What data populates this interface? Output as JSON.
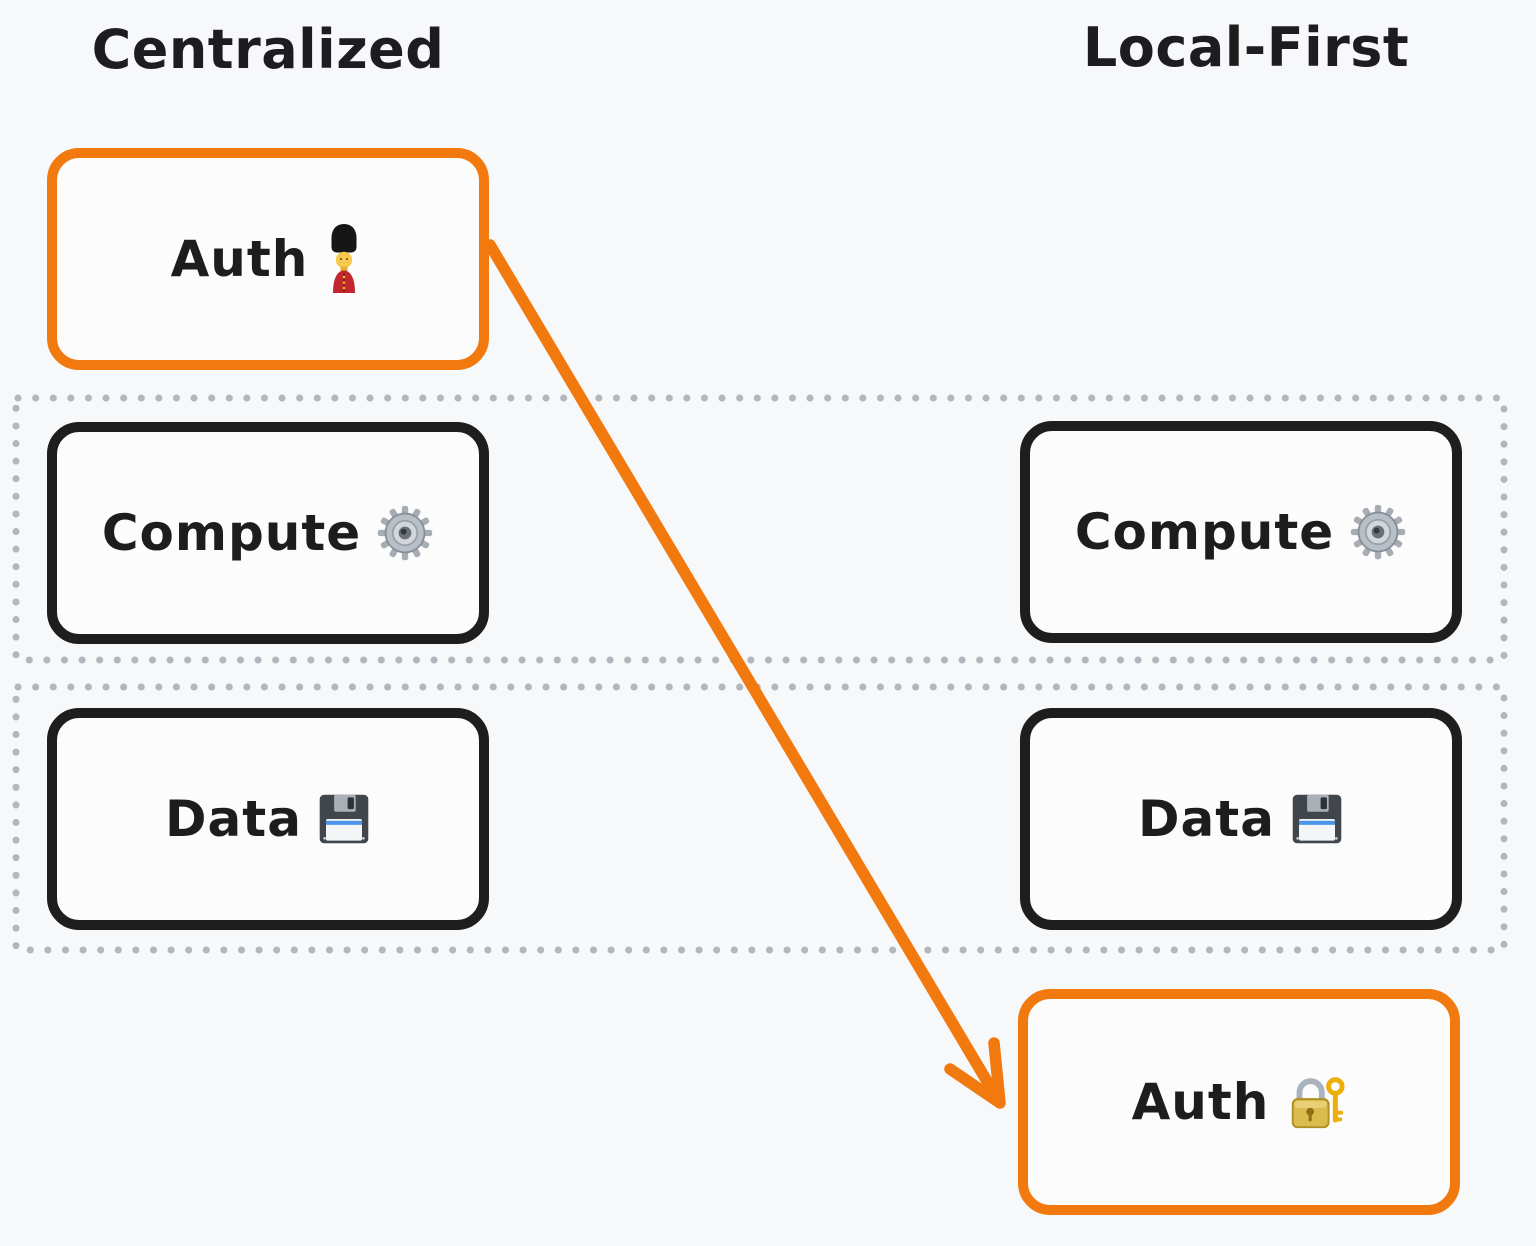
{
  "diagram": {
    "columns": {
      "left": {
        "title": "Centralized"
      },
      "right": {
        "title": "Local-First"
      }
    },
    "boxes": [
      {
        "id": "auth-centralized",
        "column": "Centralized",
        "label": "Auth",
        "emoji": "💂",
        "icon": "guard-icon",
        "accent": true
      },
      {
        "id": "compute-centralized",
        "column": "Centralized",
        "label": "Compute",
        "emoji": "⚙️",
        "icon": "gear-icon",
        "accent": false
      },
      {
        "id": "data-centralized",
        "column": "Centralized",
        "label": "Data",
        "emoji": "💾",
        "icon": "floppy-disk-icon",
        "accent": false
      },
      {
        "id": "compute-local",
        "column": "Local-First",
        "label": "Compute",
        "emoji": "⚙️",
        "icon": "gear-icon",
        "accent": false
      },
      {
        "id": "data-local",
        "column": "Local-First",
        "label": "Data",
        "emoji": "💾",
        "icon": "floppy-disk-icon",
        "accent": false
      },
      {
        "id": "auth-local",
        "column": "Local-First",
        "label": "Auth",
        "emoji": "🔐",
        "icon": "lock-with-key-icon",
        "accent": true
      }
    ],
    "regions": [
      {
        "name": "compute-tier",
        "border": "dotted",
        "spans": [
          "Centralized",
          "Local-First"
        ]
      },
      {
        "name": "data-tier",
        "border": "dotted",
        "spans": [
          "Centralized",
          "Local-First"
        ]
      }
    ],
    "arrow": {
      "from": "auth-centralized",
      "to": "auth-local",
      "color": "#f1790d",
      "head": "arrow"
    },
    "colors": {
      "accent_orange": "#f1790d",
      "box_border": "#1e1e1e",
      "dotted_border": "#b3b6bd",
      "background": "#f7f8fa",
      "box_fill": "#fcfcfd",
      "text": "#1d1d1f"
    }
  }
}
